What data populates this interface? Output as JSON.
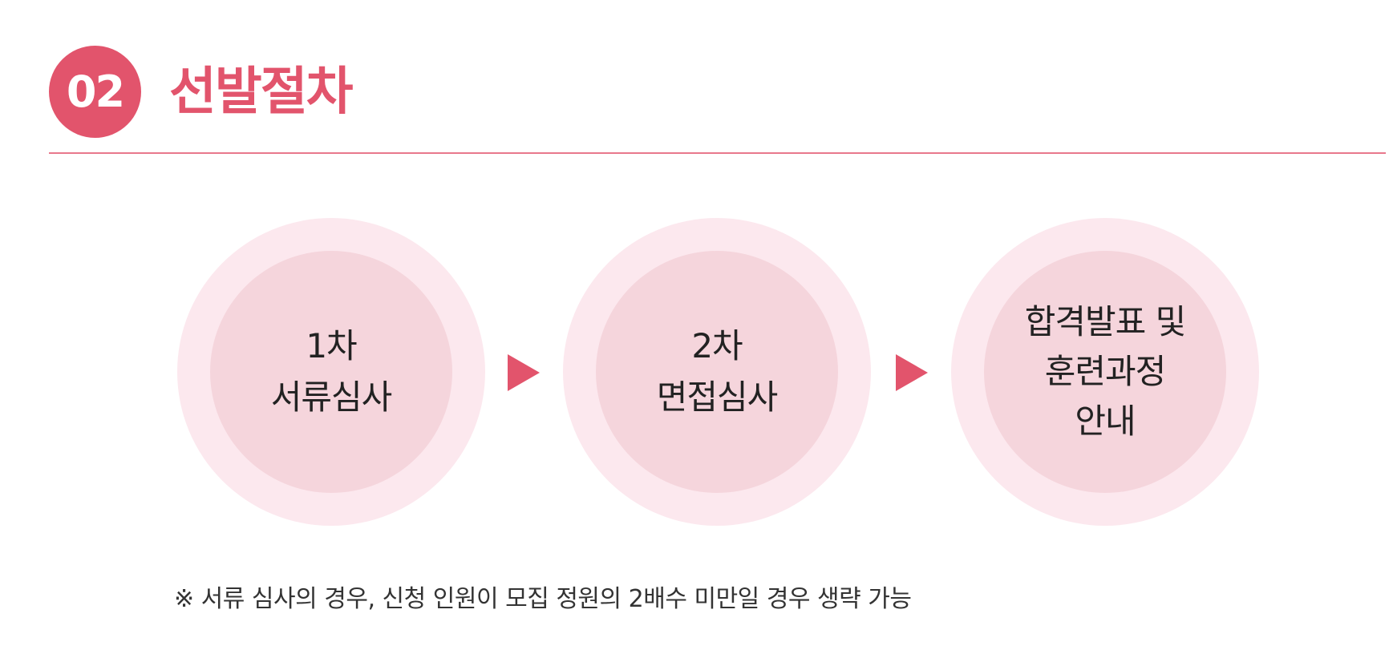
{
  "header": {
    "number": "02",
    "title": "선발절차"
  },
  "steps": [
    {
      "lines": [
        "1차",
        "서류심사"
      ]
    },
    {
      "lines": [
        "2차",
        "면접심사"
      ]
    },
    {
      "lines": [
        "합격발표 및",
        "훈련과정",
        "안내"
      ]
    }
  ],
  "note": "※ 서류 심사의 경우, 신청 인원이 모집 정원의 2배수 미만일 경우 생략 가능",
  "colors": {
    "accent": "#e2546c",
    "outer": "#fce8ee",
    "inner": "#f5d5dc"
  }
}
